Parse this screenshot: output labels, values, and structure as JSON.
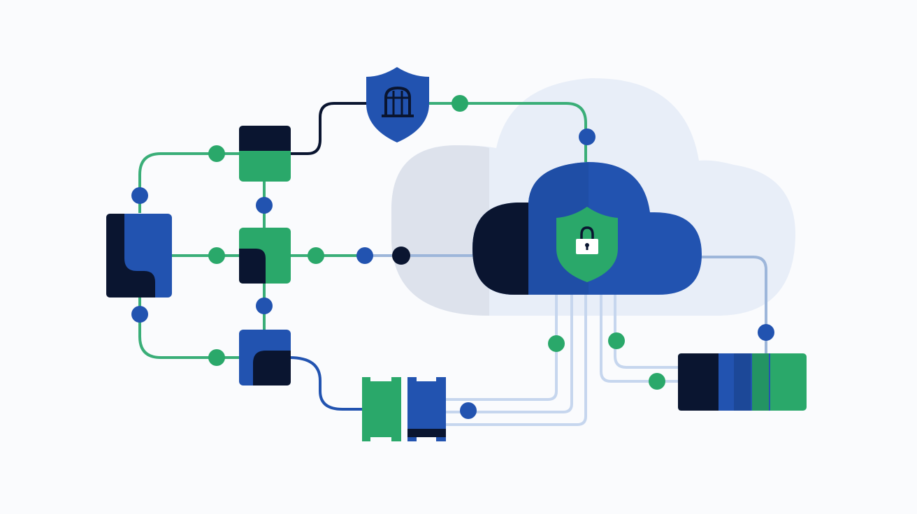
{
  "colors": {
    "background": "#fafbfd",
    "navy": "#0a1530",
    "blue": "#2253b0",
    "green": "#2aa86a",
    "line_green": "#3aae78",
    "line_blue": "#9db6da",
    "cloud_back": "#e6ecf7",
    "cloud_mid": "#dde2ec",
    "white": "#ffffff"
  },
  "icons": {
    "gateway_shield": "shield-gate-icon",
    "cloud_shield": "shield-lock-icon",
    "cloud": "cloud-icon"
  },
  "nodes": [
    "server-top",
    "server-middle",
    "server-bottom",
    "server-left",
    "storage-rack",
    "connector-pair"
  ]
}
